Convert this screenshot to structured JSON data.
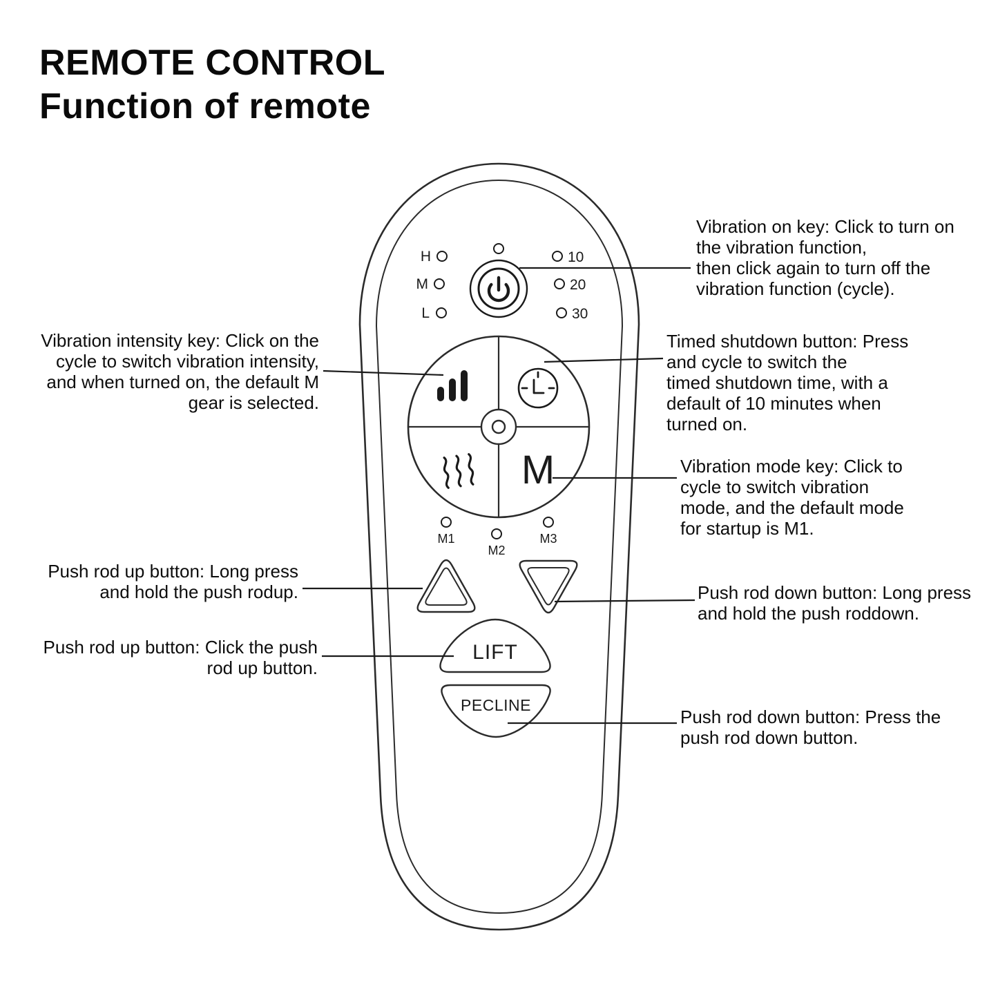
{
  "page": {
    "title_line1": "REMOTE CONTROL",
    "title_line2": "Function of remote"
  },
  "remote": {
    "leds_left": [
      "H",
      "M",
      "L"
    ],
    "leds_right": [
      "10",
      "20",
      "30"
    ],
    "mode_labels": [
      "M1",
      "M2",
      "M3"
    ],
    "mode_letter": "M",
    "lift_label": "LIFT",
    "pecline_label": "PECLINE"
  },
  "annotations": {
    "vibration_on": "Vibration on key: Click to turn on\nthe vibration function,\nthen click again to turn off the\nvibration function (cycle).",
    "vibration_intensity": "Vibration intensity key: Click on the\ncycle to switch vibration intensity,\nand when turned on, the default M\ngear is selected.",
    "timed_shutdown": "Timed shutdown button: Press\nand cycle to switch the\ntimed shutdown time, with a\ndefault of 10 minutes when\nturned on.",
    "vibration_mode": "Vibration mode key: Click to\ncycle to switch vibration\nmode, and the default mode\nfor startup is M1.",
    "push_up_long": "Push rod up button: Long press\nand hold the push rodup.",
    "push_down_long": "Push rod down button: Long press\nand hold the push roddown.",
    "push_up_click": "Push rod up button: Click the push\nrod up button.",
    "push_down_press": "Push rod down button: Press the\npush rod down button."
  }
}
